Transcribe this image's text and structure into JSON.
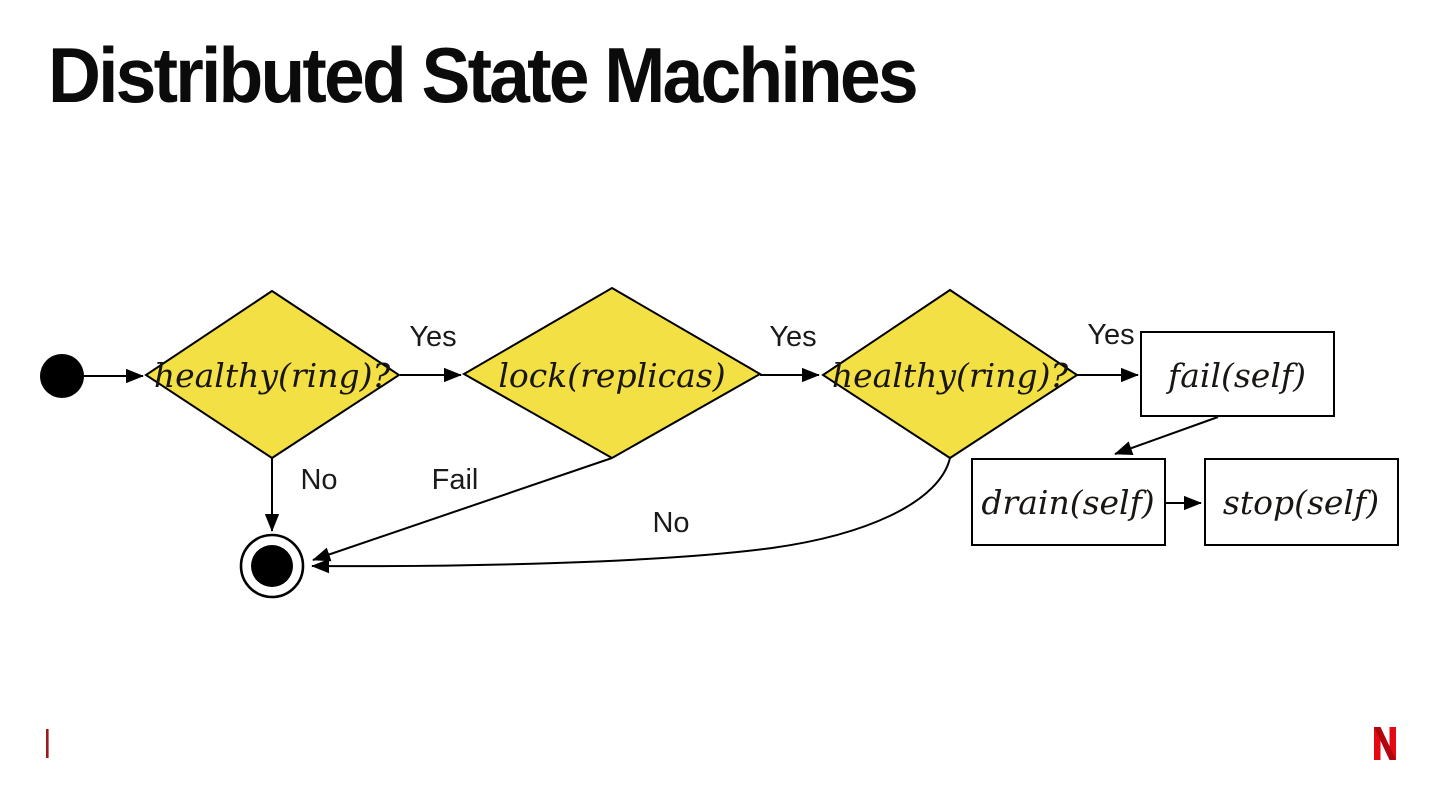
{
  "slide": {
    "title": "Distributed State Machines"
  },
  "diagram": {
    "colors": {
      "decision_fill": "#F2E044",
      "action_fill": "#FFFFFF",
      "stroke": "#000000"
    },
    "nodes": {
      "decision1": {
        "label": "healthy(ring)?"
      },
      "decision2": {
        "label": "lock(replicas)"
      },
      "decision3": {
        "label": "healthy(ring)?"
      },
      "action_fail": {
        "label": "fail(self)"
      },
      "action_drain": {
        "label": "drain(self)"
      },
      "action_stop": {
        "label": "stop(self)"
      }
    },
    "edge_labels": {
      "yes1": "Yes",
      "yes2": "Yes",
      "yes3": "Yes",
      "no1": "No",
      "fail": "Fail",
      "no2": "No"
    }
  },
  "footer": {
    "accent_bar_color": "#9E191E",
    "logo": {
      "name": "netflix-n-logo",
      "bar_color": "#E50914",
      "shadow_color": "#B1060F"
    }
  }
}
